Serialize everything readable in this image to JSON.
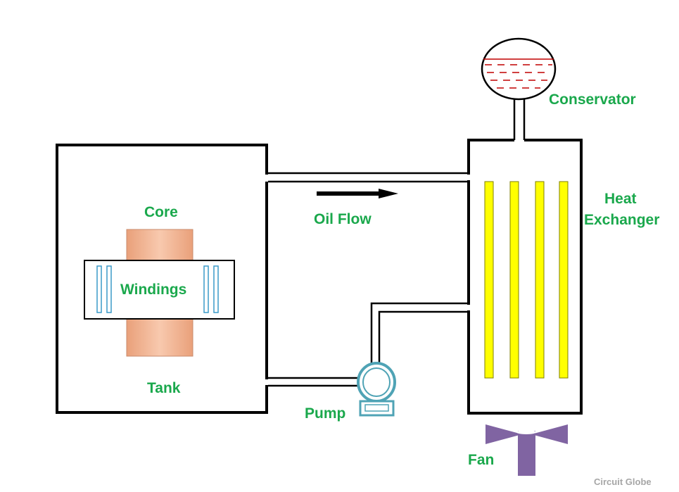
{
  "labels": {
    "core": "Core",
    "windings": "Windings",
    "tank": "Tank",
    "oil_flow": "Oil Flow",
    "pump": "Pump",
    "conservator": "Conservator",
    "heat_exchanger_line1": "Heat",
    "heat_exchanger_line2": "Exchanger",
    "fan": "Fan"
  },
  "watermark": "Circuit Globe",
  "colors": {
    "label": "#1aa84c",
    "outline": "#000000",
    "core_fill": "#f4b898",
    "winding_outline": "#3a9ac9",
    "heat_exchanger_tubes": "#ffff00",
    "conservator_oil": "#c00000",
    "pump": "#4fa3b5",
    "fan": "#8064a2",
    "watermark": "#a6a6a6"
  }
}
